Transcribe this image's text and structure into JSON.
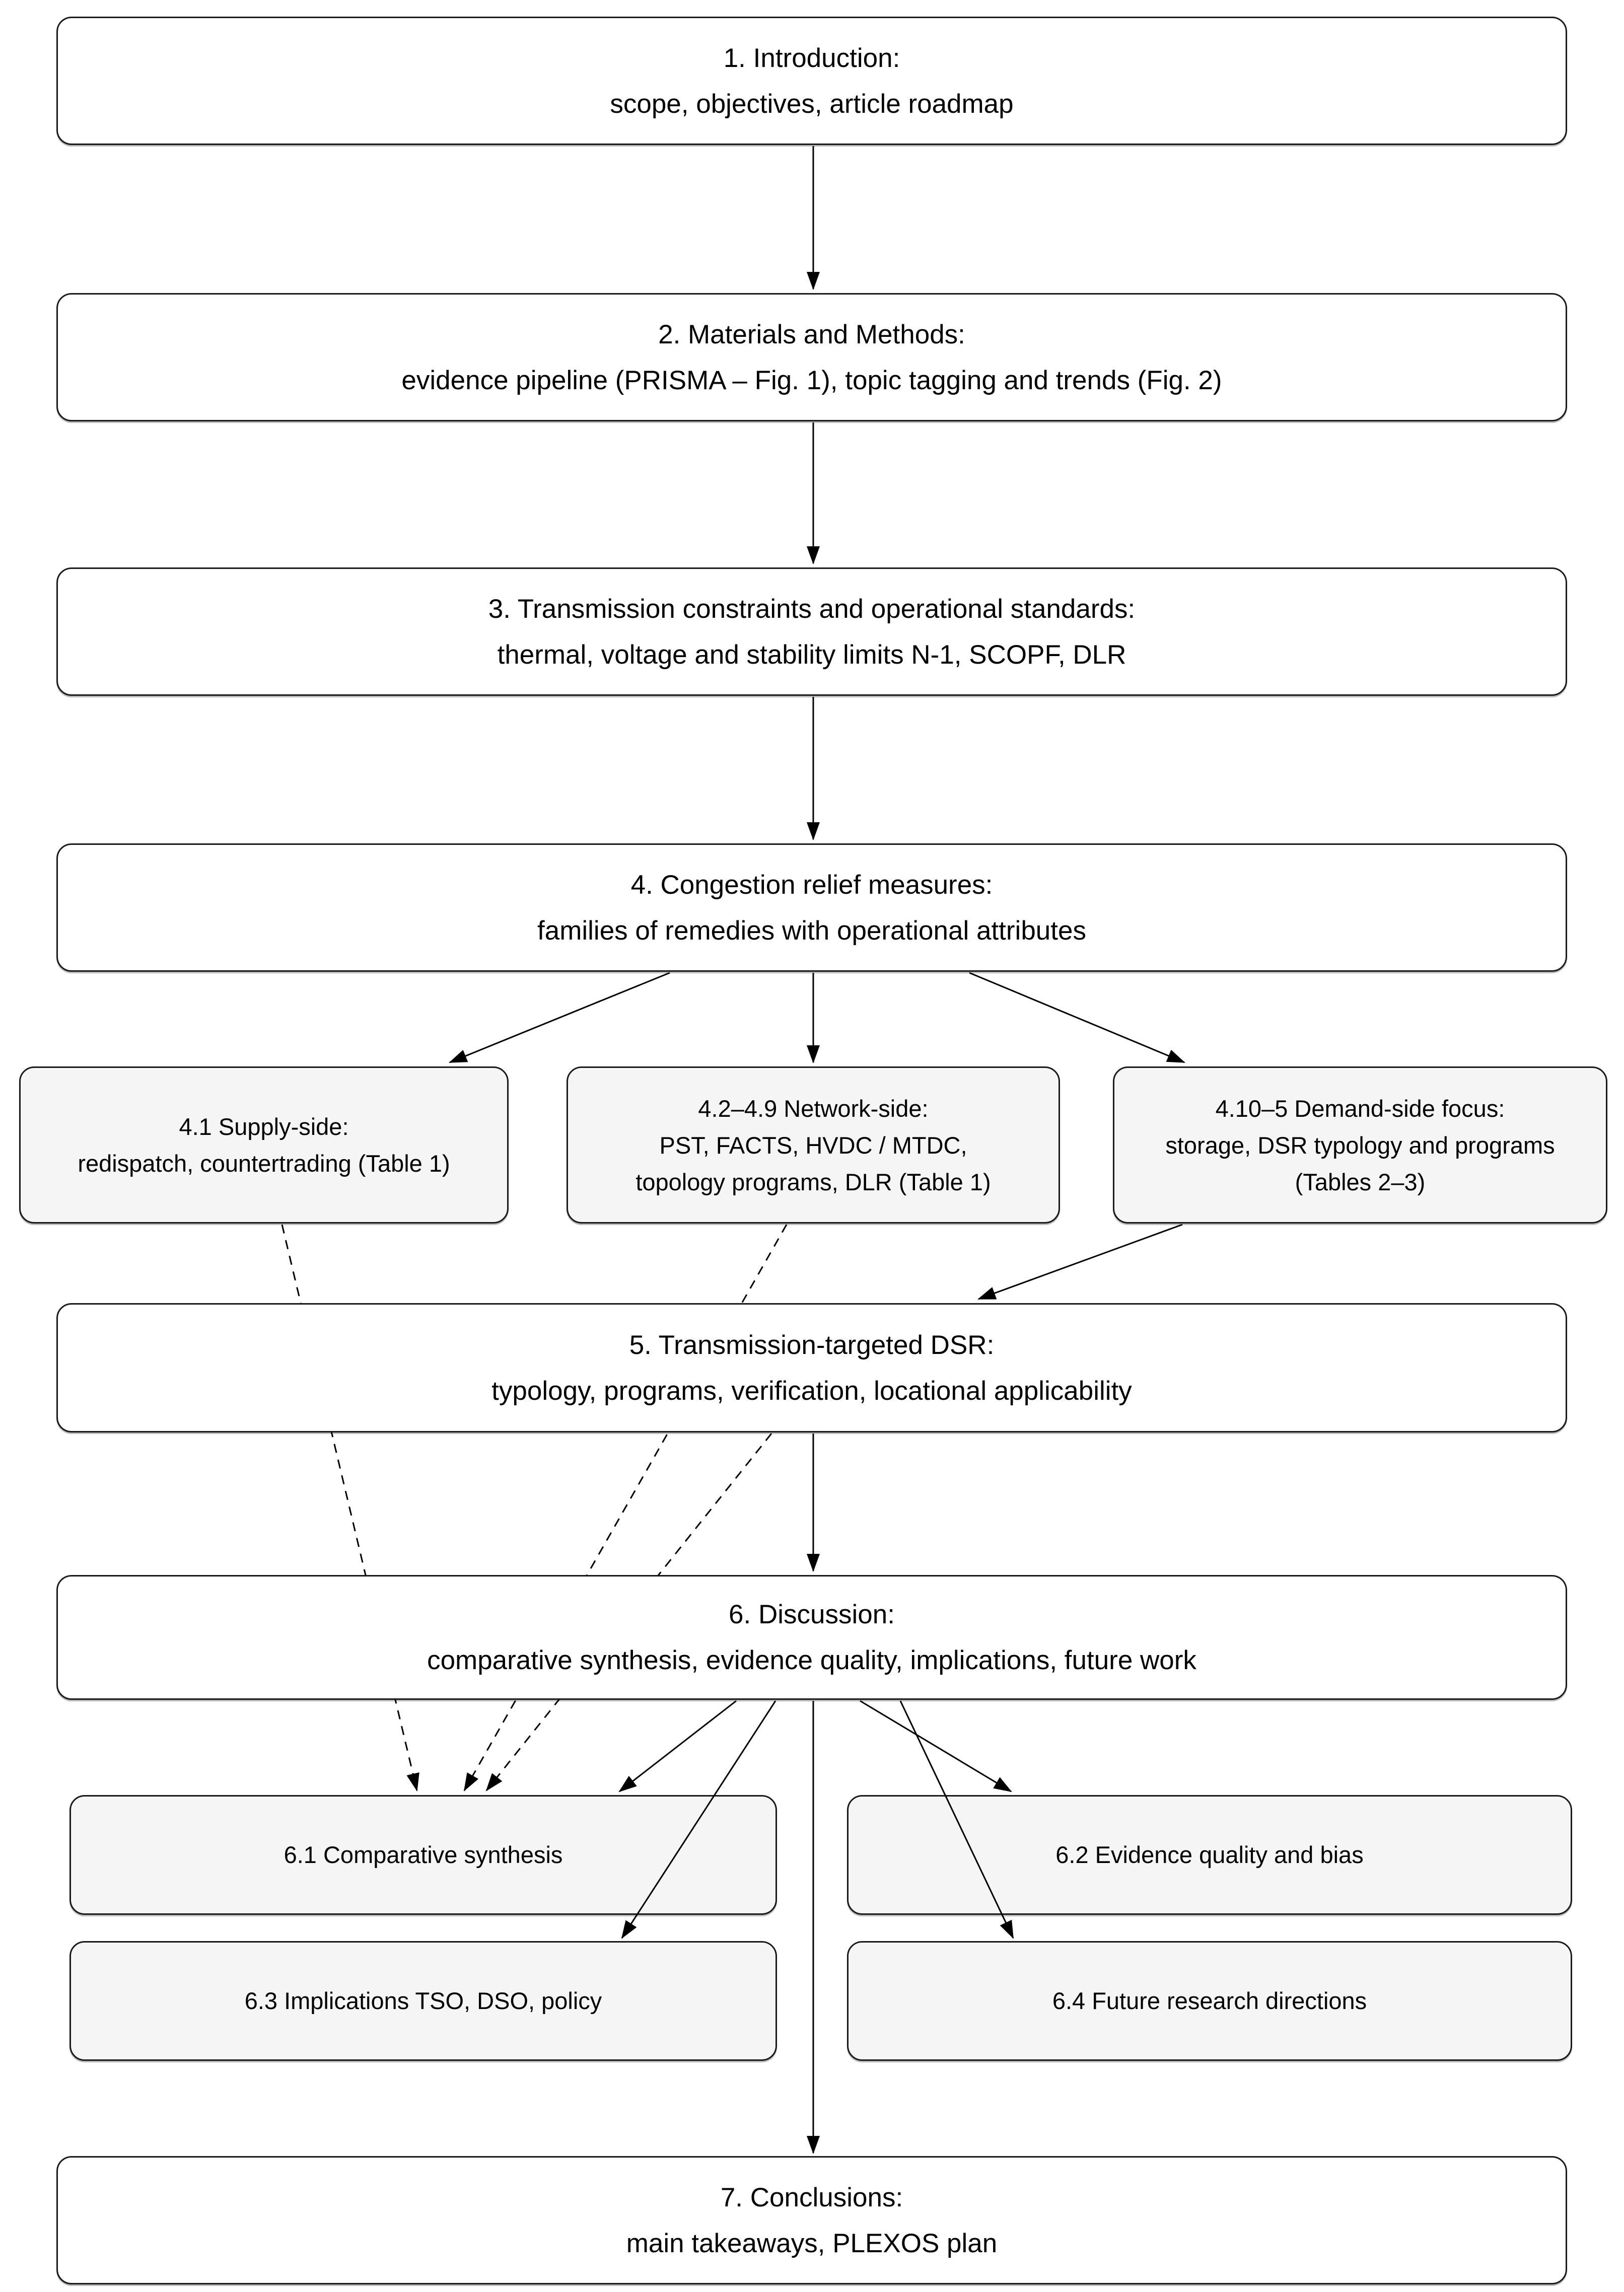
{
  "page": {
    "title": "Article structure roadmap flowchart",
    "background": "#ffffff"
  },
  "colors": {
    "node_fill": "#ffffff",
    "subnode_fill": "#f5f5f5",
    "border": "#1a1a1a",
    "connector": "#000000"
  },
  "nodes": {
    "n1": {
      "lines": [
        "1. Introduction:",
        "scope, objectives, article roadmap"
      ]
    },
    "n2": {
      "lines": [
        "2. Materials and Methods:",
        "evidence pipeline (PRISMA – Fig. 1), topic tagging and trends (Fig. 2)"
      ]
    },
    "n3": {
      "lines": [
        "3. Transmission constraints and operational standards:",
        "thermal, voltage and stability limits N-1, SCOPF, DLR"
      ]
    },
    "n4": {
      "lines": [
        "4. Congestion relief measures:",
        "families of remedies with operational attributes"
      ]
    },
    "n41": {
      "lines": [
        "4.1 Supply-side:",
        "redispatch, countertrading (Table 1)"
      ]
    },
    "n42_49": {
      "lines": [
        "4.2–4.9 Network-side:",
        "PST, FACTS, HVDC / MTDC,",
        "topology programs, DLR (Table 1)"
      ]
    },
    "n410_5": {
      "lines": [
        "4.10–5 Demand-side focus:",
        "storage, DSR typology and programs",
        "(Tables 2–3)"
      ]
    },
    "n5": {
      "lines": [
        "5. Transmission-targeted DSR:",
        "typology, programs, verification, locational applicability"
      ]
    },
    "n6": {
      "lines": [
        "6. Discussion:",
        "comparative synthesis, evidence quality, implications, future work"
      ]
    },
    "n61": {
      "lines": [
        "6.1 Comparative synthesis"
      ]
    },
    "n62": {
      "lines": [
        "6.2 Evidence quality and bias"
      ]
    },
    "n63": {
      "lines": [
        "6.3 Implications TSO, DSO, policy"
      ]
    },
    "n64": {
      "lines": [
        "6.4 Future research directions"
      ]
    },
    "n7": {
      "lines": [
        "7. Conclusions:",
        "main takeaways, PLEXOS plan"
      ]
    }
  },
  "edges": [
    {
      "from": "1",
      "to": "2",
      "style": "solid"
    },
    {
      "from": "2",
      "to": "3",
      "style": "solid"
    },
    {
      "from": "3",
      "to": "4",
      "style": "solid"
    },
    {
      "from": "4",
      "to": "4.1",
      "style": "solid"
    },
    {
      "from": "4",
      "to": "4.2–4.9",
      "style": "solid"
    },
    {
      "from": "4",
      "to": "4.10–5",
      "style": "solid"
    },
    {
      "from": "4.10–5",
      "to": "5",
      "style": "solid"
    },
    {
      "from": "5",
      "to": "6",
      "style": "solid"
    },
    {
      "from": "4.1",
      "to": "6.1",
      "style": "dashed"
    },
    {
      "from": "4.2–4.9",
      "to": "6.1",
      "style": "dashed"
    },
    {
      "from": "5",
      "to": "6.1",
      "style": "dashed"
    },
    {
      "from": "6",
      "to": "6.1",
      "style": "solid"
    },
    {
      "from": "6",
      "to": "6.2",
      "style": "solid"
    },
    {
      "from": "6",
      "to": "6.3",
      "style": "solid"
    },
    {
      "from": "6",
      "to": "6.4",
      "style": "solid"
    },
    {
      "from": "6",
      "to": "7",
      "style": "solid"
    }
  ]
}
